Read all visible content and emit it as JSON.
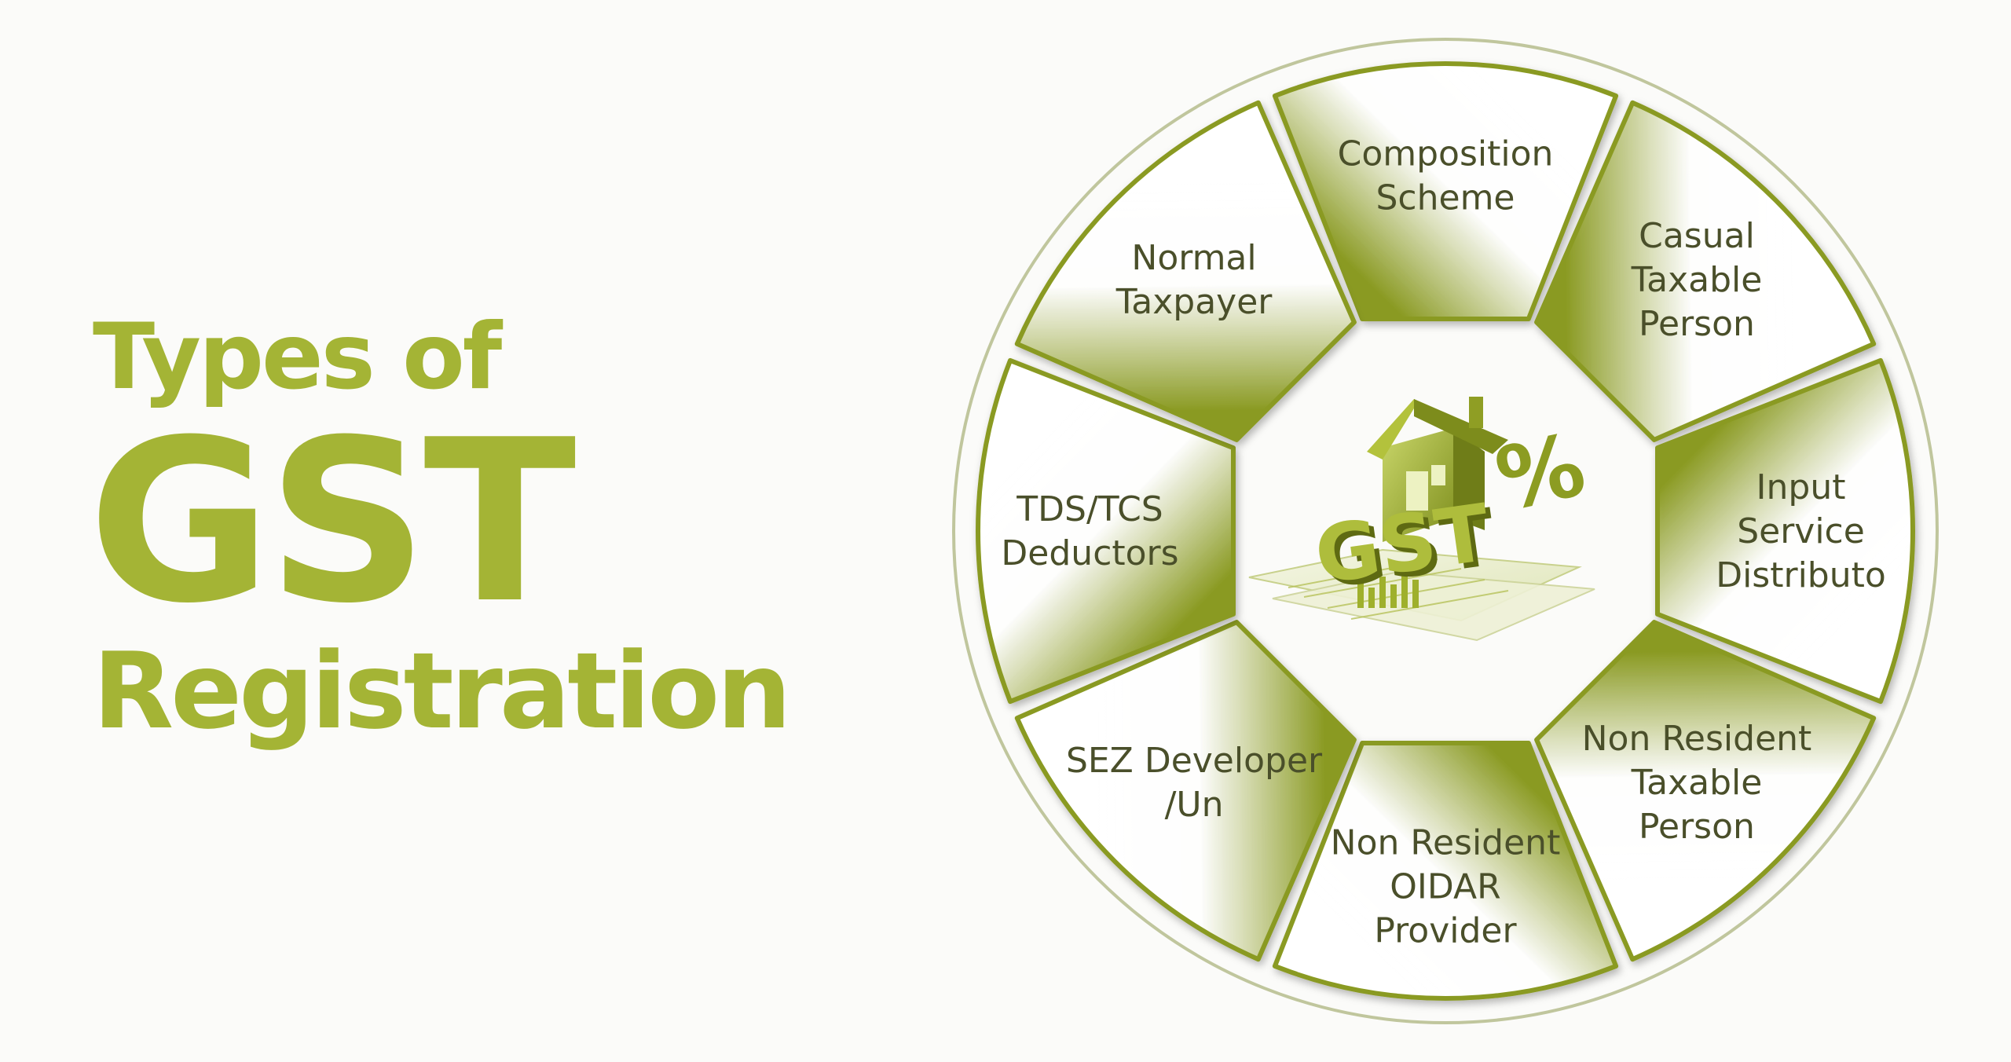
{
  "heading": {
    "line1": "Types of",
    "line2": "GST",
    "line3": "Registration"
  },
  "center": {
    "icon": "house-percent-gst-icon",
    "label": "GST",
    "percent": "%"
  },
  "segments": [
    {
      "lines": [
        "Composition",
        "Scheme"
      ]
    },
    {
      "lines": [
        "Casual",
        "Taxable",
        "Person"
      ]
    },
    {
      "lines": [
        "Input",
        "Service",
        "Distributo"
      ]
    },
    {
      "lines": [
        "Non Resident",
        "Taxable",
        "Person"
      ]
    },
    {
      "lines": [
        "Non Resident",
        "OIDAR",
        "Provider"
      ]
    },
    {
      "lines": [
        "SEZ Developer",
        "/Un"
      ]
    },
    {
      "lines": [
        "TDS/TCS",
        "Deductors"
      ]
    },
    {
      "lines": [
        "Normal",
        "Taxpayer"
      ]
    }
  ],
  "colors": {
    "accent": "#a4b435",
    "segment_dark": "#8a9a22",
    "segment_light": "#ffffff",
    "text": "#4a4f2a"
  }
}
